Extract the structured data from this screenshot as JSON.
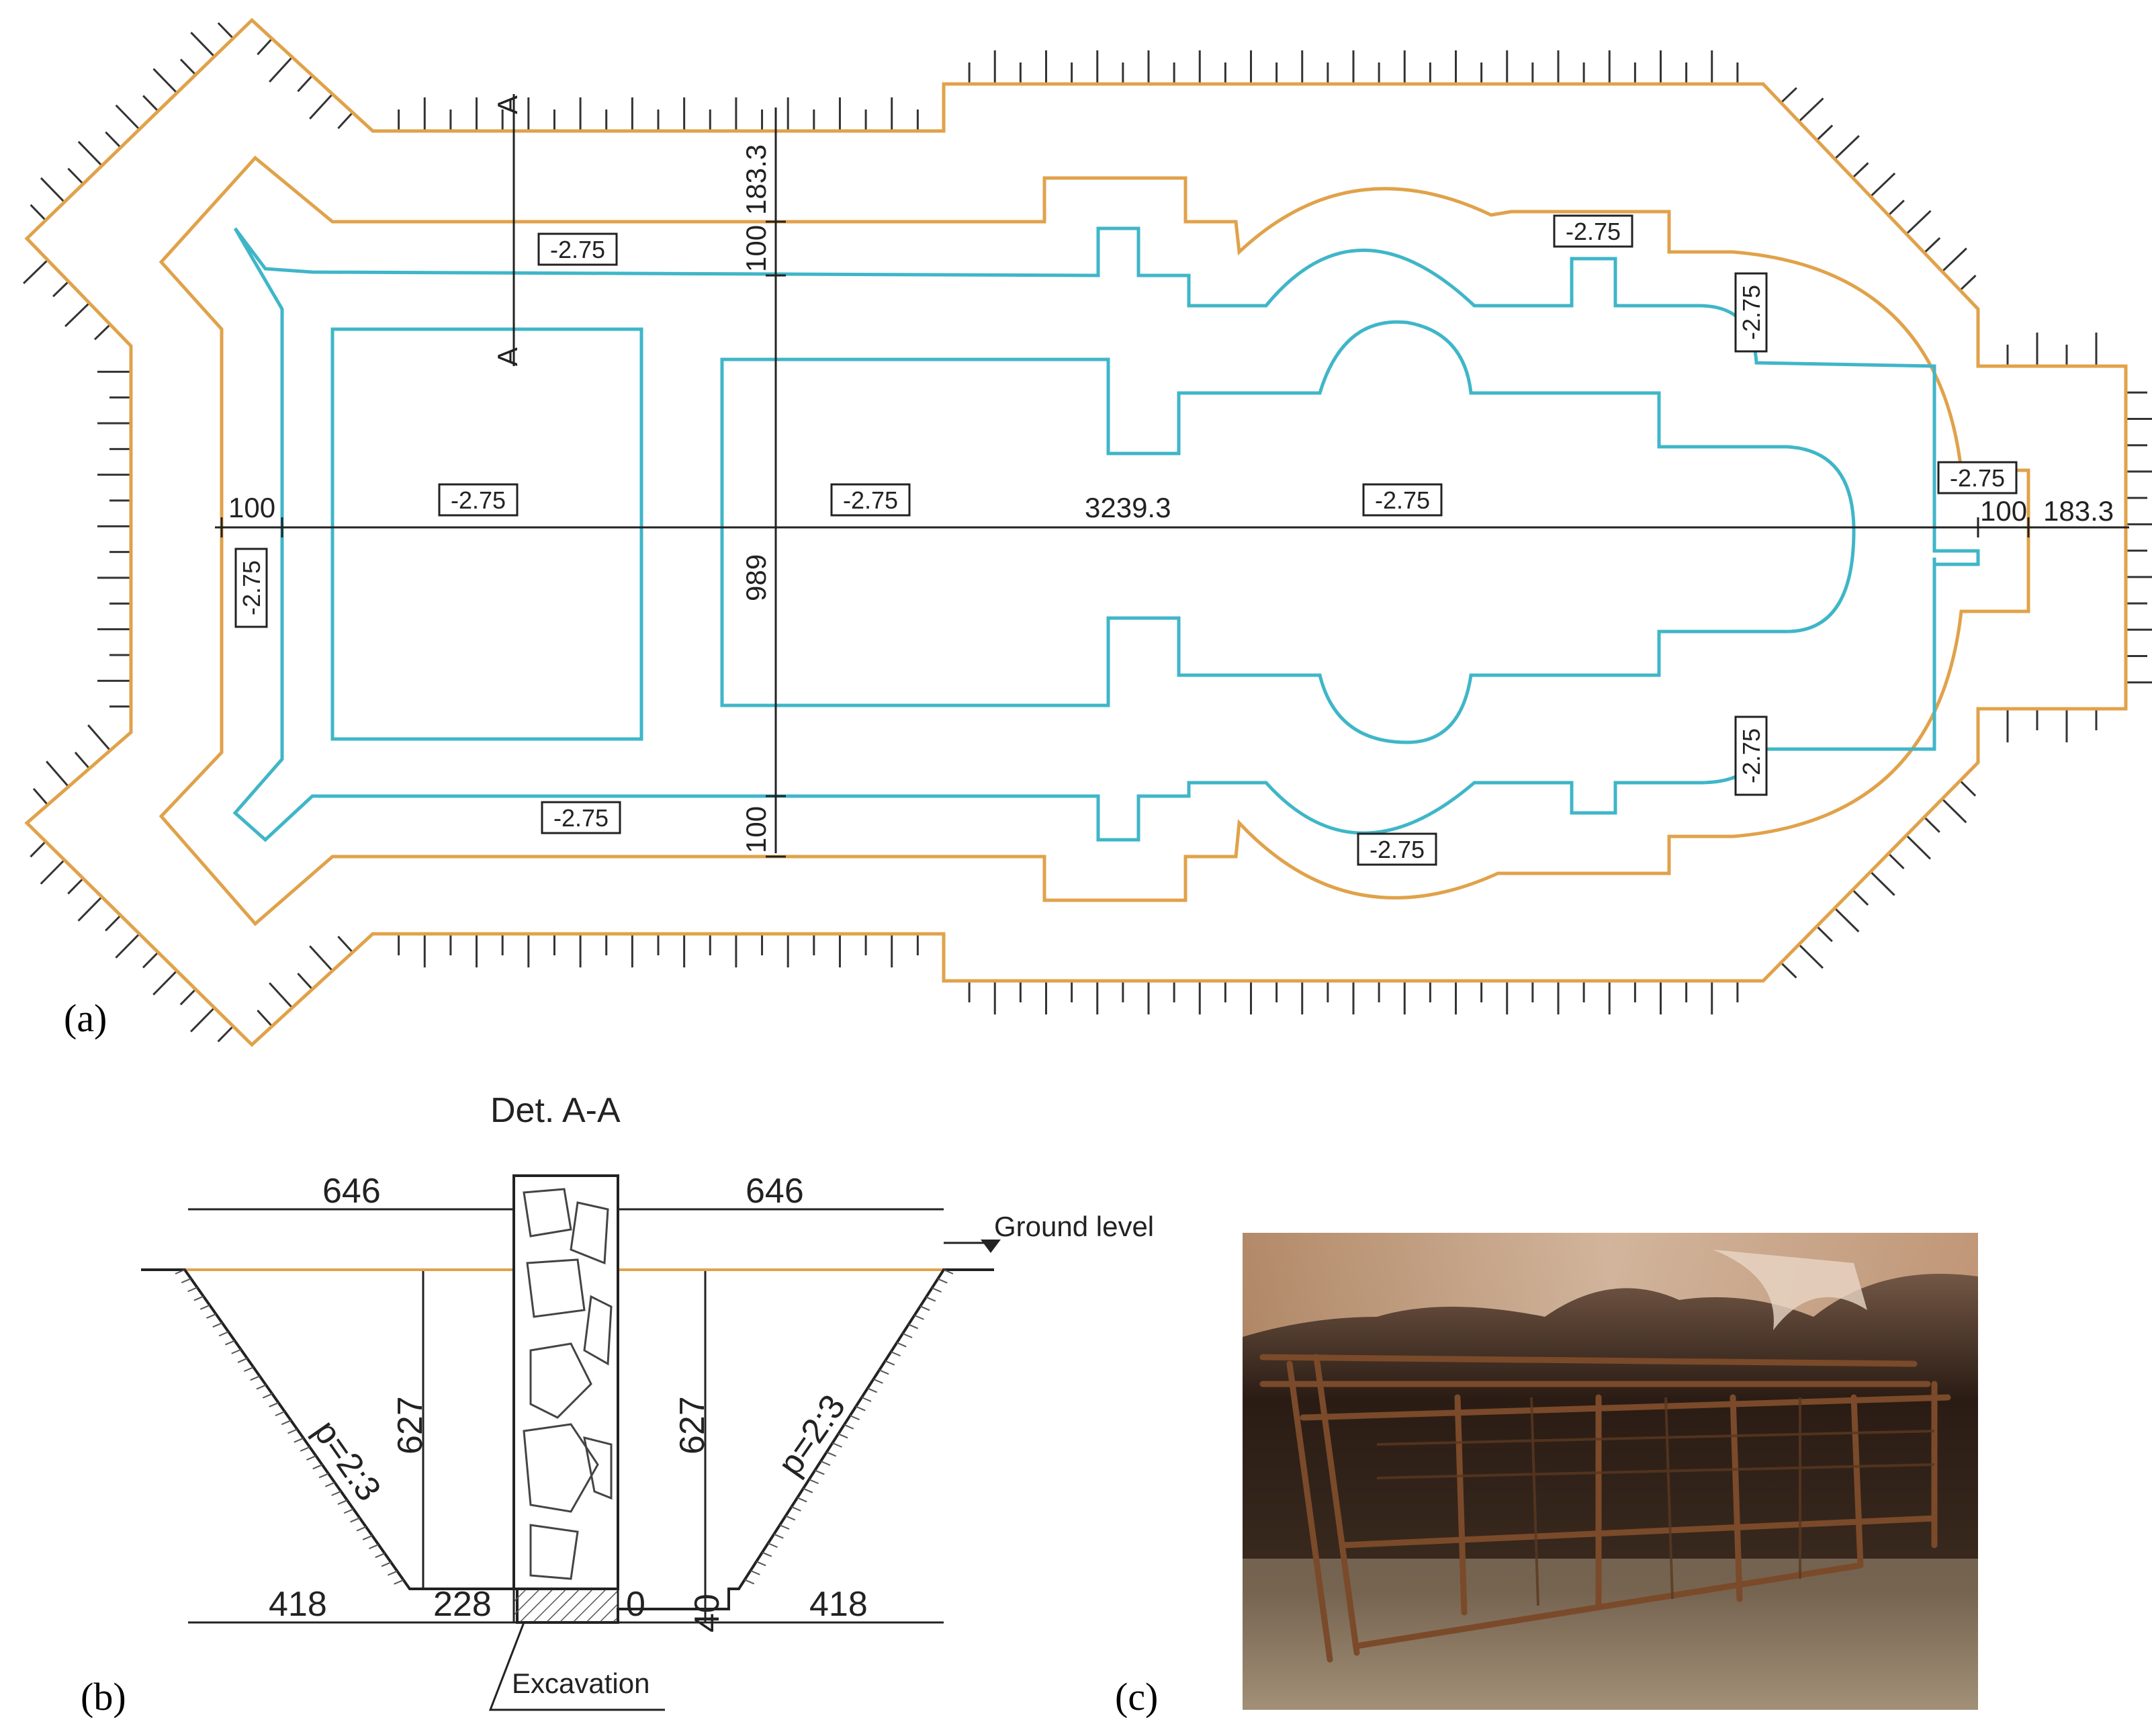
{
  "panel_labels": {
    "a": "(a)",
    "b": "(b)",
    "c": "(c)"
  },
  "colors": {
    "foundation_outline": "#e0a24a",
    "excavation_outline": "#3fb6c8",
    "dimension": "#222222",
    "photo_bg": "#3a2a20"
  },
  "plan": {
    "section_marker": "A",
    "level_label": "-2.75",
    "dims": {
      "top_offset": "183.3",
      "top_width": "100",
      "bottom_width": "100",
      "left_width": "100",
      "right_width": "100",
      "right_offset": "183.3",
      "total_length": "3239.3",
      "total_width": "989"
    }
  },
  "section": {
    "title": "Det. A-A",
    "top_left": "646",
    "top_right": "646",
    "depth_left": "627",
    "depth_right": "627",
    "slope_left": "p=2:3",
    "slope_right": "p=2:3",
    "bottom_left": "418",
    "bottom_gap": "228",
    "bottom_zero": "0",
    "bottom_step": "40",
    "bottom_right": "418",
    "ground_label": "Ground level",
    "excavation_label": "Excavation"
  },
  "photo": {
    "icon": "rebar-cage-photo-icon"
  }
}
